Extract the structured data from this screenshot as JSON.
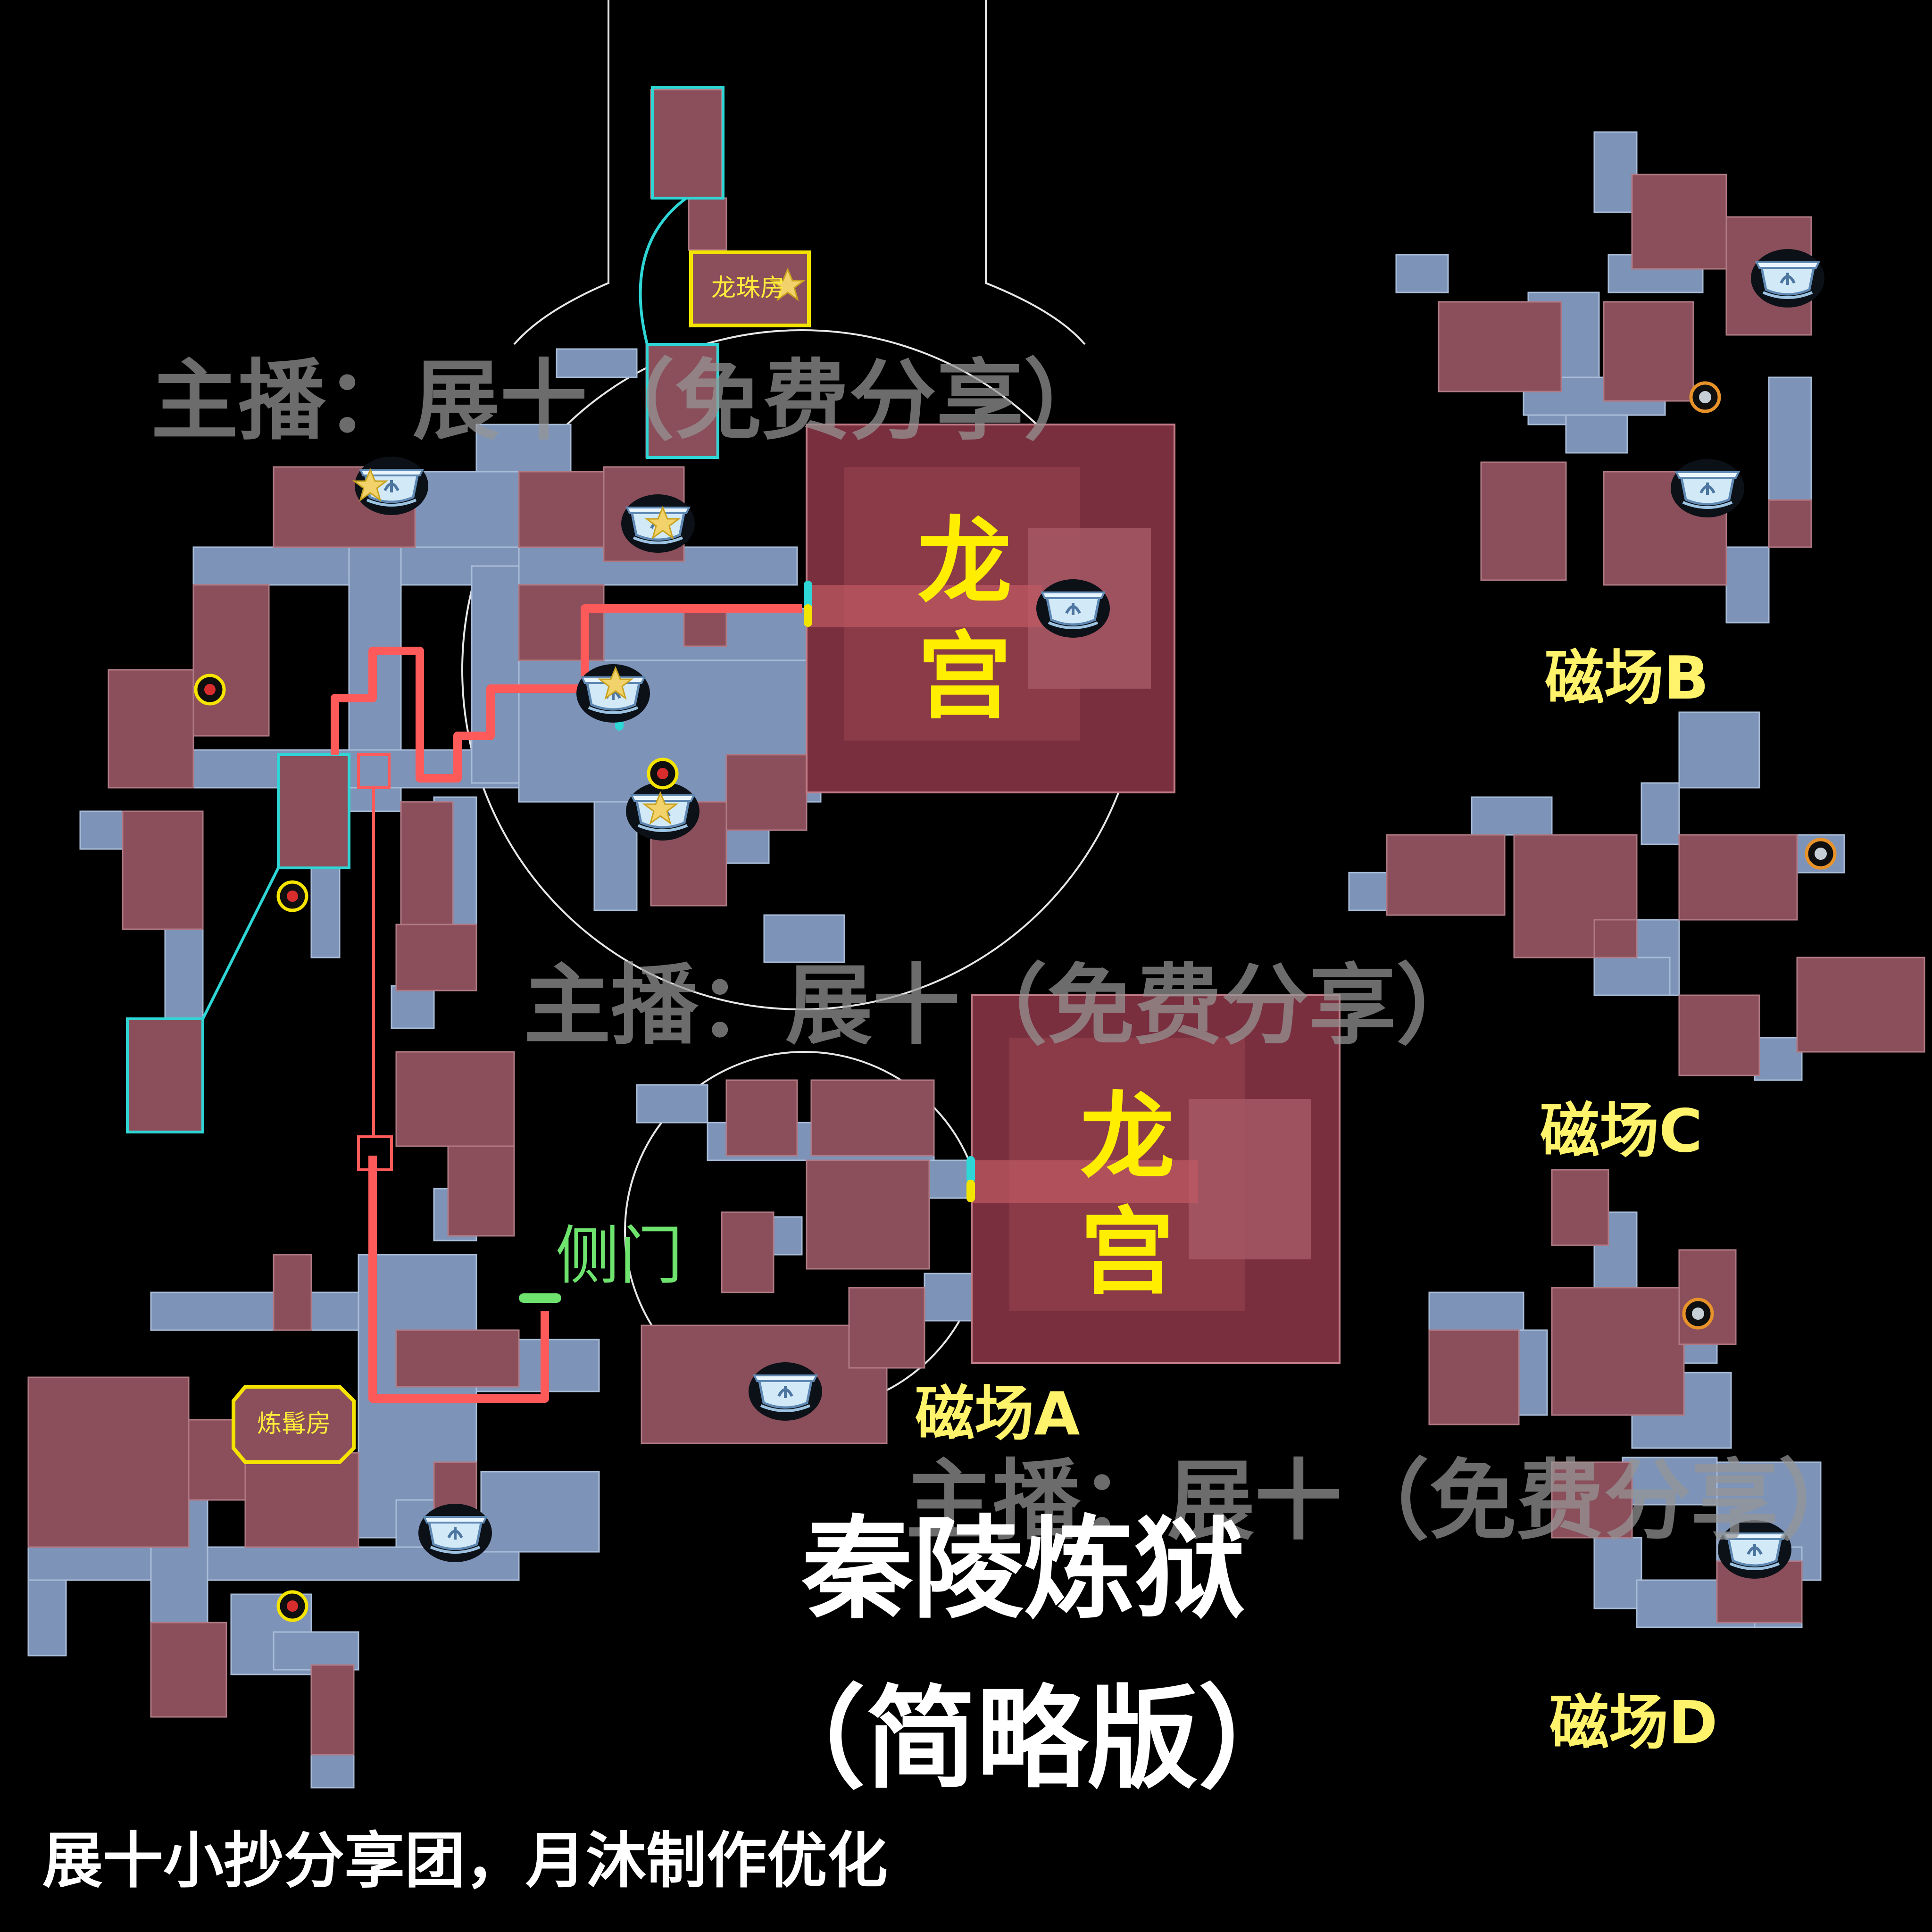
{
  "title": "秦陵炼狱",
  "subtitle": "（简略版）",
  "credit": "展十小抄分享团，月沐制作优化",
  "watermark": "主播：展十（免费分享）",
  "dragon_palace": "龙宫",
  "rooms": {
    "dragon_pearl": "龙珠房",
    "forge": "炼髯房",
    "side_door": "侧门"
  },
  "magnetic_fields": {
    "a": "磁场A",
    "b": "磁场B",
    "c": "磁场C",
    "d": "磁场D"
  },
  "colors": {
    "background": "#000000",
    "room": "#8a4f5a",
    "corridor": "#7d93b8",
    "palace": "#7a2f3e",
    "route": "#ff5a5a",
    "teleport_link": "#2fd6d6",
    "label_yellow": "#ffee00",
    "side_door_green": "#6ee36e"
  },
  "icons": [
    "boss-cauldron-icon",
    "star-icon",
    "yellow-ring-marker-icon",
    "orange-ring-marker-icon"
  ]
}
